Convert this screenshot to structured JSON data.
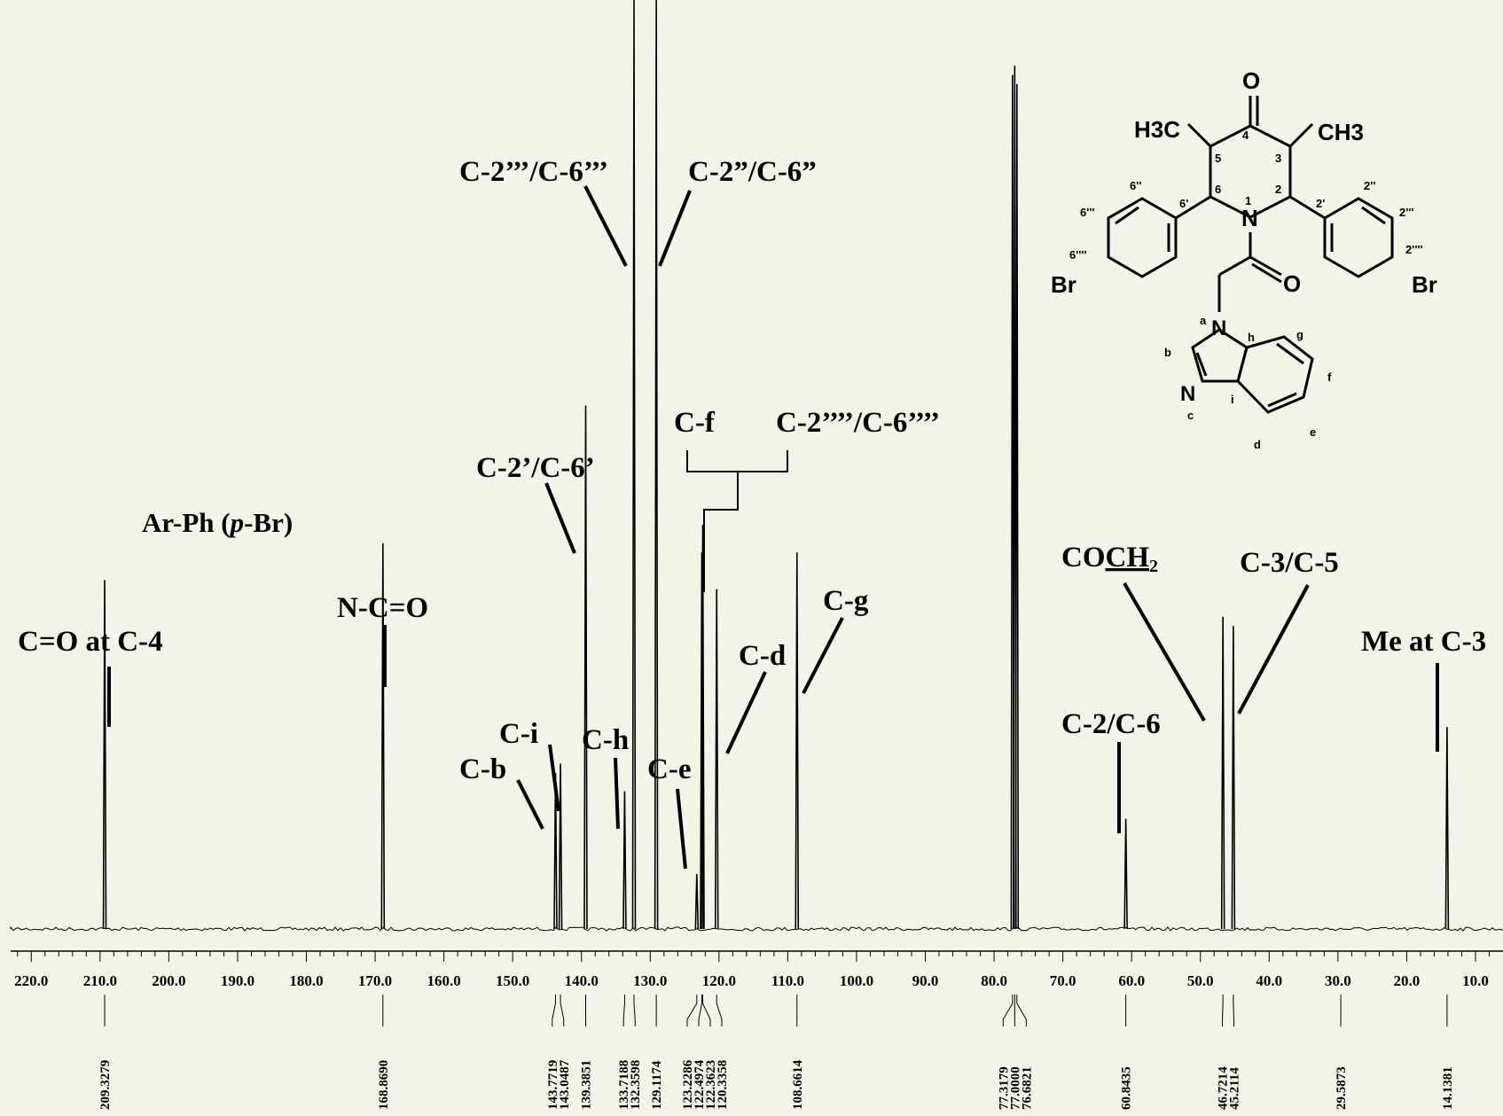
{
  "chart_data": {
    "type": "line",
    "x_axis_reversed": true,
    "xlim": [
      223,
      6
    ],
    "ticks": [
      "220.0",
      "210.0",
      "200.0",
      "190.0",
      "180.0",
      "170.0",
      "160.0",
      "150.0",
      "140.0",
      "130.0",
      "120.0",
      "110.0",
      "100.0",
      "90.0",
      "80.0",
      "70.0",
      "60.0",
      "50.0",
      "40.0",
      "30.0",
      "20.0",
      "10.0"
    ],
    "tick_values": [
      220,
      210,
      200,
      190,
      180,
      170,
      160,
      150,
      140,
      130,
      120,
      110,
      100,
      90,
      80,
      70,
      60,
      50,
      40,
      30,
      20,
      10
    ],
    "peaks": [
      {
        "x": 209.3279,
        "h": 0.38,
        "label": "209.3279"
      },
      {
        "x": 168.869,
        "h": 0.42,
        "label": "168.8690"
      },
      {
        "x": 143.7719,
        "h": 0.17,
        "label": "143.7719"
      },
      {
        "x": 143.0487,
        "h": 0.18,
        "label": "143.0487"
      },
      {
        "x": 139.3851,
        "h": 0.57,
        "label": "139.3851"
      },
      {
        "x": 133.7188,
        "h": 0.15,
        "label": "133.7188"
      },
      {
        "x": 132.3598,
        "h": 1.2,
        "label": "132.3598"
      },
      {
        "x": 129.1174,
        "h": 1.2,
        "label": "129.1174"
      },
      {
        "x": 123.2286,
        "h": 0.06,
        "label": "123.2286"
      },
      {
        "x": 122.4974,
        "h": 0.41,
        "label": "122.4974"
      },
      {
        "x": 122.3623,
        "h": 0.44,
        "label": "122.3623"
      },
      {
        "x": 120.3358,
        "h": 0.37,
        "label": "120.3358"
      },
      {
        "x": 108.6614,
        "h": 0.41,
        "label": "108.6614"
      },
      {
        "x": 77.3179,
        "h": 0.93,
        "label": "77.3179"
      },
      {
        "x": 77.0,
        "h": 0.94,
        "label": "77.0000"
      },
      {
        "x": 76.6821,
        "h": 0.92,
        "label": "76.6821"
      },
      {
        "x": 60.8435,
        "h": 0.12,
        "label": "60.8435"
      },
      {
        "x": 46.7214,
        "h": 0.34,
        "label": "46.7214"
      },
      {
        "x": 45.2114,
        "h": 0.33,
        "label": "45.2114"
      },
      {
        "x": 29.5873,
        "h": 0,
        "label": "29.5873"
      },
      {
        "x": 14.1381,
        "h": 0.22,
        "label": "14.1381"
      }
    ],
    "annotations": [
      {
        "text": "C=O at C-4"
      },
      {
        "text": "N-C=O"
      },
      {
        "text": "Ar-Ph (p-Br)"
      },
      {
        "text": "C-2’/C-6’"
      },
      {
        "text": "C-2’’’/C-6’’’"
      },
      {
        "text": "C-2”/C-6”"
      },
      {
        "text": "C-f"
      },
      {
        "text": "C-2’’’’/C-6’’’’"
      },
      {
        "text": "C-i"
      },
      {
        "text": "C-b"
      },
      {
        "text": "C-h"
      },
      {
        "text": "C-e"
      },
      {
        "text": "C-d"
      },
      {
        "text": "C-g"
      },
      {
        "text": "COCH2"
      },
      {
        "text": "C-3/C-5"
      },
      {
        "text": "C-2/C-6"
      },
      {
        "text": "Me at C-3"
      }
    ]
  },
  "molecule": {
    "atoms": [
      "O",
      "H3C",
      "CH3",
      "N",
      "O",
      "Br",
      "Br",
      "N",
      "N"
    ],
    "locants": [
      "4",
      "5",
      "3",
      "6",
      "2",
      "1",
      "6'",
      "2'",
      "6''",
      "2''",
      "6'''",
      "2'''",
      "6''''",
      "2''''",
      "a",
      "b",
      "c",
      "d",
      "e",
      "f",
      "g",
      "h",
      "i"
    ]
  }
}
